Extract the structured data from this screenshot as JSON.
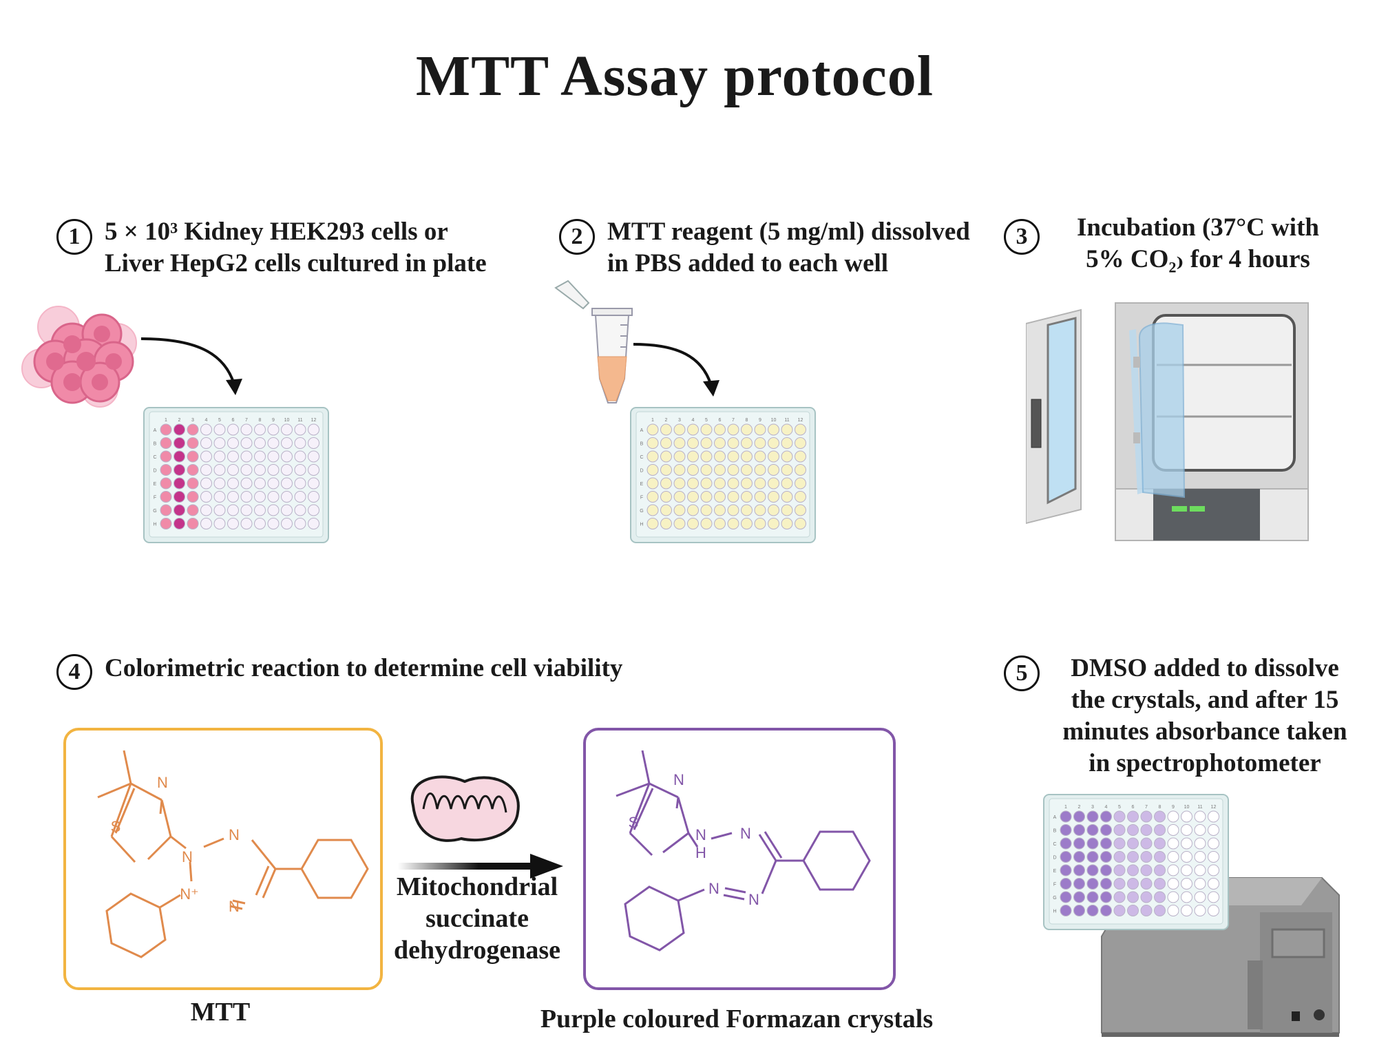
{
  "title": "MTT Assay protocol",
  "steps": [
    {
      "num": "1",
      "line1": "5 × 10³ Kidney HEK293 cells or",
      "line2": "Liver HepG2 cells cultured in plate"
    },
    {
      "num": "2",
      "line1": "MTT reagent (5 mg/ml) dissolved",
      "line2": "in PBS added to each well"
    },
    {
      "num": "3",
      "line1": "Incubation (37°C with",
      "line2": "5% CO₂₎ for 4 hours"
    },
    {
      "num": "4",
      "line1": "Colorimetric reaction to determine cell viability"
    },
    {
      "num": "5",
      "line1": "DMSO added to dissolve",
      "line2": "the crystals, and after 15",
      "line3": "minutes absorbance taken",
      "line4": "in spectrophotometer"
    }
  ],
  "reaction": {
    "enzyme_line1": "Mitochondrial",
    "enzyme_line2": "succinate",
    "enzyme_line3": "dehydrogenase",
    "reactant_label": "MTT",
    "product_label": "Purple coloured Formazan crystals"
  },
  "plate": {
    "columns": [
      "1",
      "2",
      "3",
      "4",
      "5",
      "6",
      "7",
      "8",
      "9",
      "10",
      "11",
      "12"
    ],
    "rows": [
      "A",
      "B",
      "C",
      "D",
      "E",
      "F",
      "G",
      "H"
    ]
  },
  "molecule_atoms": {
    "n": "N",
    "s": "S",
    "n_plus": "N⁺",
    "h": "H"
  },
  "colors": {
    "mtt_orange": "#e08a4c",
    "mtt_box": "#f2b441",
    "formazan_purple": "#8256a8",
    "cell_pink": "#f08aa8",
    "well_magenta": "#c4338a",
    "well_yellow": "#f7f2c4",
    "well_purple": "#a98ed1"
  }
}
